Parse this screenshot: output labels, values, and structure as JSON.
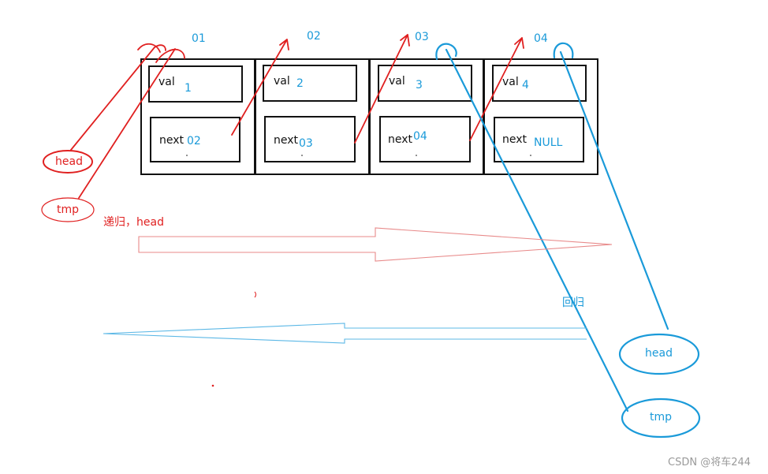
{
  "colors": {
    "red": "#e02020",
    "blue": "#1a9ad9",
    "black": "#111111",
    "light_red": "#e88a8a",
    "light_blue": "#5cb8e6",
    "watermark": "#9a9a9a"
  },
  "nodes": [
    {
      "address": "01",
      "val_label": "val",
      "val": "1",
      "next_label": "next",
      "next": "02"
    },
    {
      "address": "02",
      "val_label": "val",
      "val": "2",
      "next_label": "next",
      "next": "03"
    },
    {
      "address": "03",
      "val_label": "val",
      "val": "3",
      "next_label": "next",
      "next": "04"
    },
    {
      "address": "04",
      "val_label": "val",
      "val": "4",
      "next_label": "next",
      "next": "NULL"
    }
  ],
  "pointers": {
    "red_head": "head",
    "red_tmp": "tmp",
    "blue_head": "head",
    "blue_tmp": "tmp"
  },
  "arrows": {
    "recursion_label": "递归，head",
    "backtrack_label": "回归"
  },
  "watermark": "CSDN @将车244"
}
